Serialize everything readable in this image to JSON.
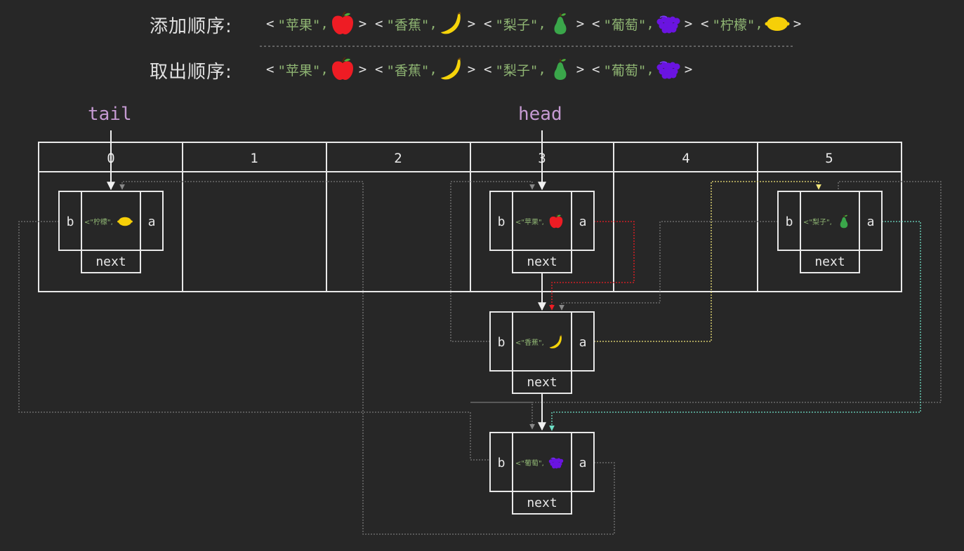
{
  "add_order": {
    "label": "添加顺序:",
    "items": [
      {
        "name": "\"苹果\"",
        "fruit": "apple"
      },
      {
        "name": "\"香蕉\"",
        "fruit": "banana"
      },
      {
        "name": "\"梨子\"",
        "fruit": "pear"
      },
      {
        "name": "\"葡萄\"",
        "fruit": "grape"
      },
      {
        "name": "\"柠檬\"",
        "fruit": "lemon"
      }
    ]
  },
  "remove_order": {
    "label": "取出顺序:",
    "items": [
      {
        "name": "\"苹果\"",
        "fruit": "apple"
      },
      {
        "name": "\"香蕉\"",
        "fruit": "banana"
      },
      {
        "name": "\"梨子\"",
        "fruit": "pear"
      },
      {
        "name": "\"葡萄\"",
        "fruit": "grape"
      }
    ]
  },
  "pointers": {
    "tail": "tail",
    "head": "head"
  },
  "table_indices": [
    "0",
    "1",
    "2",
    "3",
    "4",
    "5"
  ],
  "nodes": {
    "lemon": {
      "b": "b",
      "a": "a",
      "label": "<\"柠檬\",",
      "next": "next",
      "fruit": "lemon"
    },
    "apple": {
      "b": "b",
      "a": "a",
      "label": "<\"苹果\",",
      "next": "next",
      "fruit": "apple"
    },
    "pear": {
      "b": "b",
      "a": "a",
      "label": "<\"梨子\",",
      "next": "next",
      "fruit": "pear"
    },
    "banana": {
      "b": "b",
      "a": "a",
      "label": "<\"香蕉\",",
      "next": "next",
      "fruit": "banana"
    },
    "grape": {
      "b": "b",
      "a": "a",
      "label": "<\"葡萄\",",
      "next": "next",
      "fruit": "grape"
    }
  },
  "colors": {
    "apple": "#ee1c24",
    "banana": "#f5d30a",
    "pear": "#3aa64a",
    "grape": "#6a14e0",
    "lemon": "#f6cf08",
    "pointer_text": "#c59ad2",
    "quote_text": "#8fb573"
  },
  "symbols": {
    "lt": "<",
    "gt": ">"
  }
}
